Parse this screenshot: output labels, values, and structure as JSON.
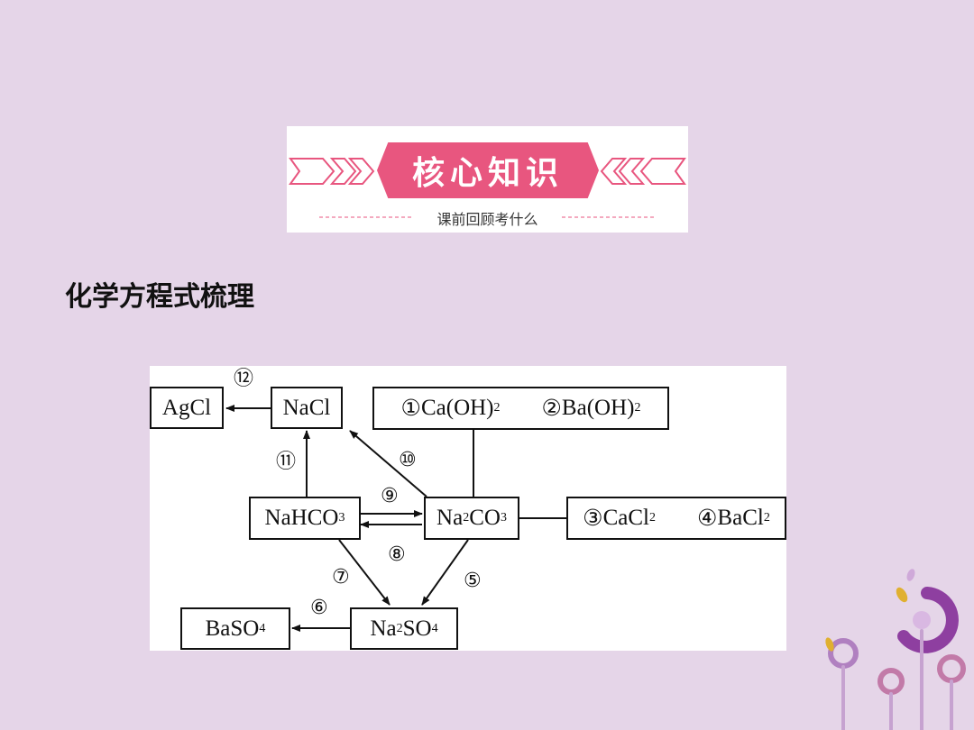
{
  "header": {
    "banner_title": "核心知识",
    "banner_subtitle": "课前回顾考什么"
  },
  "section_title": "化学方程式梳理",
  "diagram": {
    "agcl": "AgCl",
    "nacl": "NaCl",
    "bases": {
      "n1": "①",
      "a": "Ca(OH)",
      "s1": "2",
      "n2": "②",
      "b": "Ba(OH)",
      "s2": "2"
    },
    "nahco3": {
      "a": "NaHCO",
      "s": "3"
    },
    "na2co3": {
      "a": "Na",
      "s1": "2",
      "b": "CO",
      "s2": "3"
    },
    "chlorides": {
      "n3": "③",
      "a": "CaCl",
      "s1": "2",
      "n4": "④",
      "b": "BaCl",
      "s2": "2"
    },
    "baso4": {
      "a": "BaSO",
      "s": "4"
    },
    "na2so4": {
      "a": "Na",
      "s1": "2",
      "b": "SO",
      "s2": "4"
    },
    "labels": {
      "r5": "⑤",
      "r6": "⑥",
      "r7": "⑦",
      "r8": "⑧",
      "r9": "⑨",
      "r10": "⑩",
      "r11": "⑪",
      "r12": "⑫"
    }
  },
  "colors": {
    "background": "#e5d5e8",
    "banner_accent": "#e8567f",
    "deco_purple": "#8e3fa0"
  }
}
